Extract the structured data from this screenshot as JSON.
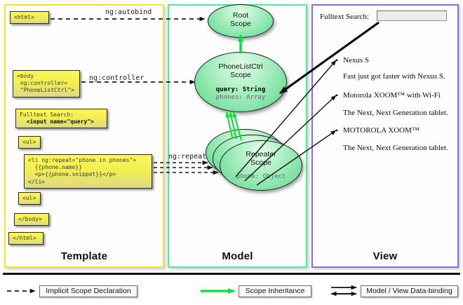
{
  "columns": [
    {
      "key": "template",
      "label": "Template",
      "border_color": "#f2e72b"
    },
    {
      "key": "model",
      "label": "Model",
      "border_color": "#4ded9e"
    },
    {
      "key": "view",
      "label": "View",
      "border_color": "#8071e8"
    }
  ],
  "template": {
    "boxes": [
      {
        "name": "html-open",
        "lines": [
          "<html>"
        ]
      },
      {
        "name": "body-open",
        "lines": [
          "<body",
          " ng:controller=",
          " \"PhoneListCtrl\">"
        ]
      },
      {
        "name": "fulltext-search",
        "label": "Fulltext Search:",
        "code": "  <input name=\"query\">"
      },
      {
        "name": "ul-open",
        "lines": [
          "<ul>"
        ]
      },
      {
        "name": "li-repeat",
        "lines": [
          "<li ng:repeat=\"phone in phones\">",
          "  {{phone.name}}",
          "  <p>{{phone.snippet}}</p>",
          "</li>"
        ]
      },
      {
        "name": "ul-close",
        "lines": [
          "<ul>"
        ]
      },
      {
        "name": "body-close",
        "lines": [
          "</body>"
        ]
      },
      {
        "name": "html-close",
        "lines": [
          "</html>"
        ]
      }
    ]
  },
  "connectors": {
    "autobind": "ng:autobind",
    "controller": "ng:controller",
    "repeat": "ng:repeat"
  },
  "model": {
    "scopes": [
      {
        "name": "root-scope",
        "title_line1": "Root",
        "title_line2": "Scope",
        "props": []
      },
      {
        "name": "phonelistctrl-scope",
        "title_line1": "PhoneListCtrl",
        "title_line2": "Scope",
        "props": [
          {
            "text": "query: String",
            "style": "strong"
          },
          {
            "text": "phones: Array",
            "style": "dim"
          }
        ]
      },
      {
        "name": "repeater-scope",
        "title_line1": "Repeater",
        "title_line2": "Scope",
        "props": [
          {
            "text": "phone: Object",
            "style": "dim"
          }
        ]
      }
    ]
  },
  "view": {
    "search_label": "Fulltext Search:",
    "search_value": "",
    "phones": [
      {
        "name": "Nexus S",
        "snippet": "Fast just got faster with Nexus S."
      },
      {
        "name": "Motorola XOOM™  with Wi-Fi",
        "snippet": "The Next, Next Generation tablet."
      },
      {
        "name": "MOTOROLA XOOM™",
        "snippet": "The Next, Next Generation tablet."
      }
    ]
  },
  "legend": [
    {
      "name": "implicit-scope-declaration",
      "label": "Implicit Scope Declaration",
      "arrow": "dashed-black"
    },
    {
      "name": "scope-inheritance",
      "label": "Scope Inheritance",
      "arrow": "solid-green"
    },
    {
      "name": "model-view-data-binding",
      "label": "Model / View Data-binding",
      "arrow": "double-black"
    }
  ],
  "colors": {
    "inheritance_green": "#00e632",
    "box_yellow": "#f3ef4f",
    "scope_green": "#7fe2a4",
    "dashed_black": "#1a1a1a"
  }
}
